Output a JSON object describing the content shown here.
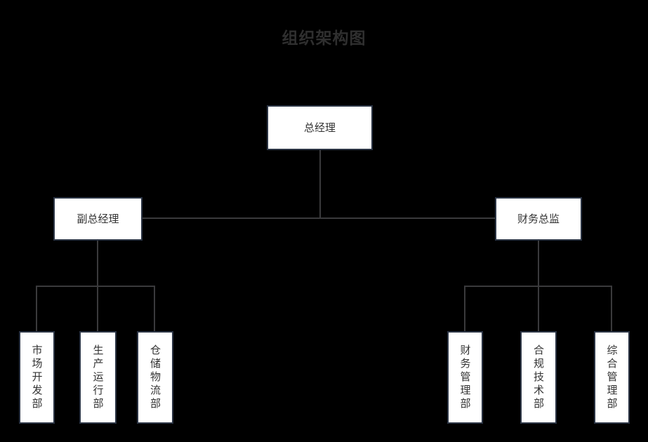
{
  "chart_data": {
    "type": "diagram",
    "diagram_kind": "org-chart",
    "title": "组织架构图",
    "background_color": "#000000",
    "node_fill": "#ffffff",
    "node_border_color": "#2b3444",
    "connector_color": "#3a3a3c",
    "title_color": "#2f2f2f",
    "text_color": "#333333",
    "levels": 3,
    "nodes": [
      {
        "id": "gm",
        "label": "总经理",
        "level": 1,
        "orientation": "horizontal"
      },
      {
        "id": "dgm",
        "label": "副总经理",
        "level": 2,
        "orientation": "horizontal"
      },
      {
        "id": "cfo",
        "label": "财务总监",
        "level": 2,
        "orientation": "horizontal"
      },
      {
        "id": "market",
        "label": "市场开发部",
        "level": 3,
        "orientation": "vertical"
      },
      {
        "id": "production",
        "label": "生产运行部",
        "level": 3,
        "orientation": "vertical"
      },
      {
        "id": "logistics",
        "label": "仓储物流部",
        "level": 3,
        "orientation": "vertical"
      },
      {
        "id": "finance",
        "label": "财务管理部",
        "level": 3,
        "orientation": "vertical"
      },
      {
        "id": "compliance",
        "label": "合规技术部",
        "level": 3,
        "orientation": "vertical"
      },
      {
        "id": "general",
        "label": "综合管理部",
        "level": 3,
        "orientation": "vertical"
      }
    ],
    "edges": [
      {
        "from": "gm",
        "to": "dgm"
      },
      {
        "from": "gm",
        "to": "cfo"
      },
      {
        "from": "dgm",
        "to": "market"
      },
      {
        "from": "dgm",
        "to": "production"
      },
      {
        "from": "dgm",
        "to": "logistics"
      },
      {
        "from": "cfo",
        "to": "finance"
      },
      {
        "from": "cfo",
        "to": "compliance"
      },
      {
        "from": "cfo",
        "to": "general"
      }
    ]
  },
  "title": {
    "text": "组织架构图"
  },
  "nodes": {
    "gm": {
      "label": "总经理"
    },
    "dgm": {
      "label": "副总经理"
    },
    "cfo": {
      "label": "财务总监"
    },
    "market": {
      "label": "市场开发部"
    },
    "production": {
      "label": "生产运行部"
    },
    "logistics": {
      "label": "仓储物流部"
    },
    "finance": {
      "label": "财务管理部"
    },
    "compliance": {
      "label": "合规技术部"
    },
    "general": {
      "label": "综合管理部"
    }
  }
}
